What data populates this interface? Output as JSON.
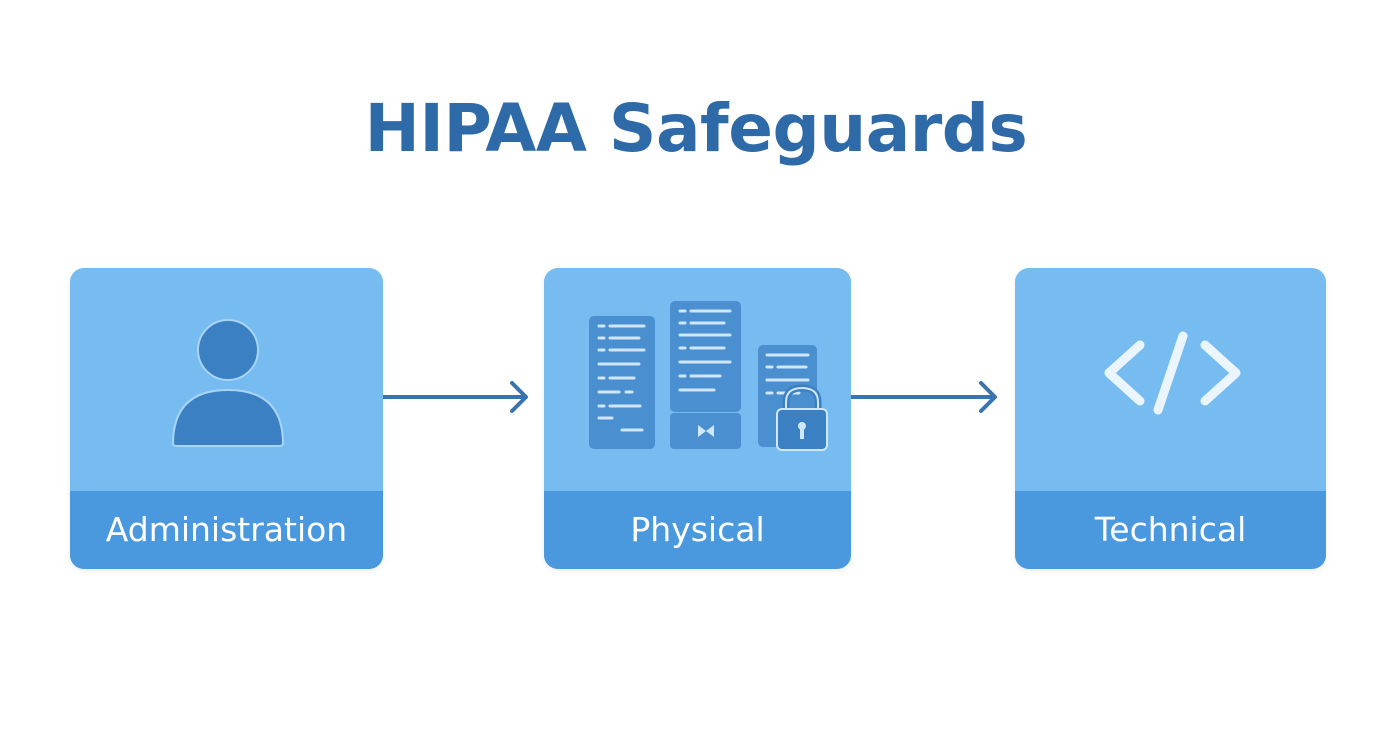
{
  "title": "HIPAA Safeguards",
  "cards": [
    {
      "label": "Administration",
      "icon": "person-icon"
    },
    {
      "label": "Physical",
      "icon": "server-lock-icon"
    },
    {
      "label": "Technical",
      "icon": "code-icon"
    }
  ],
  "colors": {
    "title": "#2f6aa8",
    "card_background": "#77bcf1",
    "card_footer": "#4a98dd",
    "icon_dark": "#3a80c2",
    "arrow": "#3a73ad"
  }
}
